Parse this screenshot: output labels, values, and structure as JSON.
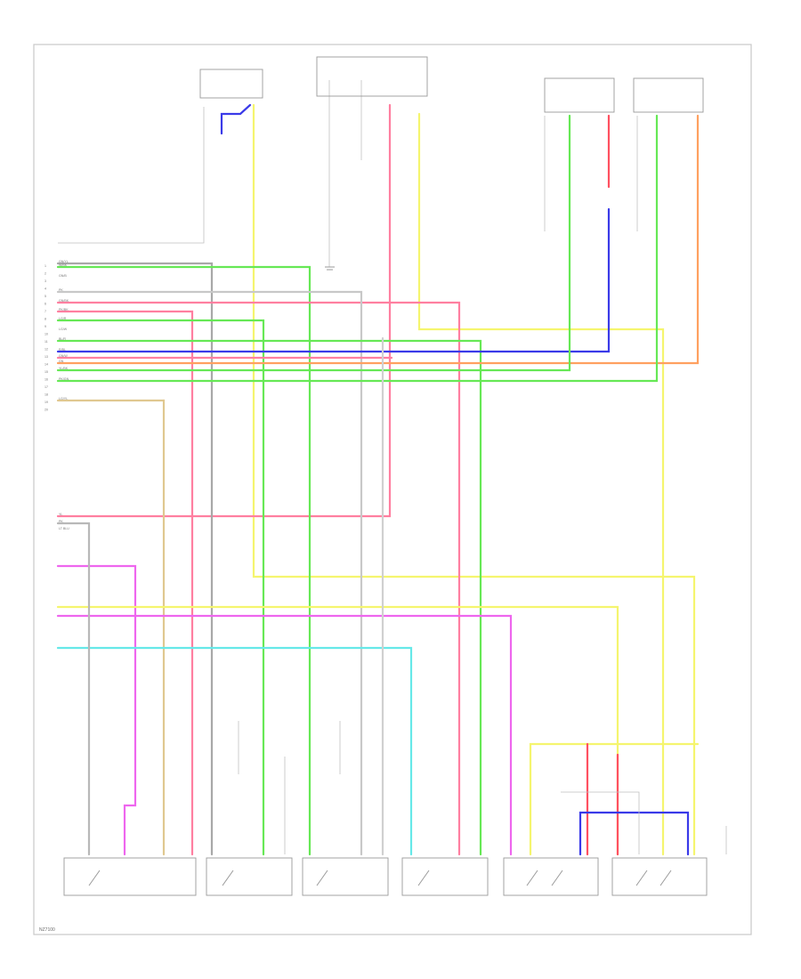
{
  "footer_code": "NZ7100",
  "wire_labels": [
    "GN/YL",
    "W/BK",
    "GN/B",
    "PK",
    "GN/BK",
    "PK/BK",
    "LG/R",
    "LG/W",
    "BL/R",
    "R/BL",
    "GN/W",
    "GN",
    "YL/BK",
    "PK/GN",
    "LG/YL",
    "YL",
    "PK",
    "LT BLU"
  ],
  "left_pin_numbers": [
    "1",
    "2",
    "3",
    "4",
    "5",
    "6",
    "7",
    "8",
    "9",
    "10",
    "11",
    "12",
    "13",
    "14",
    "15",
    "16",
    "17",
    "18",
    "19",
    "20"
  ],
  "colors": {
    "green": "#66e855",
    "pink": "#ff7fa0",
    "yellow": "#f5f56e",
    "blue": "#3a3ae8",
    "orange": "#ffa060",
    "magenta": "#ee66ee",
    "cyan": "#66e8e8",
    "gray": "#a8a8a8",
    "tan": "#e0c890",
    "red": "#ff5060"
  }
}
